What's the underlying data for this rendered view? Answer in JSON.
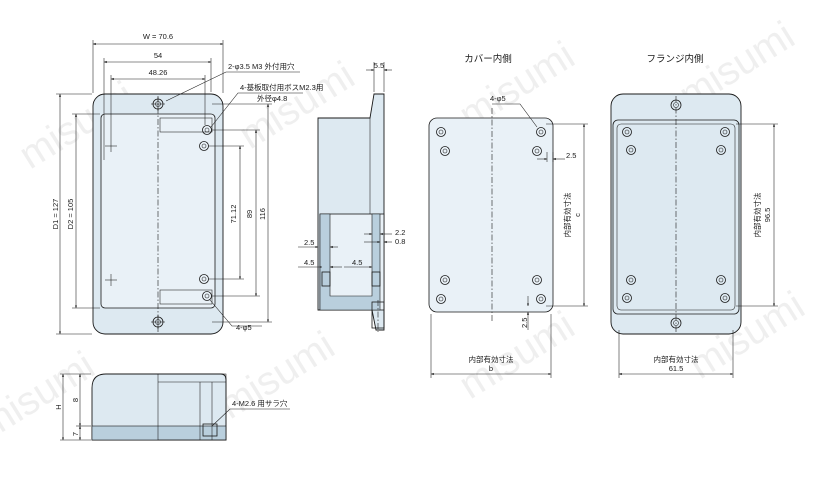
{
  "titles": {
    "cover_inside": "カバー内側",
    "flange_inside": "フランジ内側"
  },
  "dims": {
    "w": "W = 70.6",
    "d54": "54",
    "d4826": "48.26",
    "d1": "D1 = 127",
    "d2": "D2 = 105",
    "d116": "116",
    "d89": "89",
    "d7112": "71.12",
    "d55": "5.5",
    "d25a": "2.5",
    "d45a": "4.5",
    "d45b": "4.5",
    "d22": "2.2",
    "d08": "0.8",
    "d25b": "2.5",
    "d25c": "2.5",
    "h": "H",
    "h8": "8",
    "h7": "7",
    "b": "b",
    "c": "c",
    "d615": "61.5",
    "d965": "96.5"
  },
  "notes": {
    "hole35": "2-φ3.5 M3 外付用穴",
    "boss1": "4-基板取付用ボスM2.3用",
    "boss2": "外径φ4.8",
    "phi5a": "4-φ5",
    "phi5b": "4-φ5",
    "m26": "4-M2.6 用サラ穴",
    "inner_b": "内部有効寸法",
    "inner_c": "内部有効寸法",
    "inner_615": "内部有効寸法",
    "inner_965": "内部有効寸法"
  },
  "watermark": "misumi",
  "colors": {
    "body": "#dde9f1",
    "panel": "#e9f1f7",
    "shade": "#b9cfdd",
    "line": "#1a1a1a"
  }
}
